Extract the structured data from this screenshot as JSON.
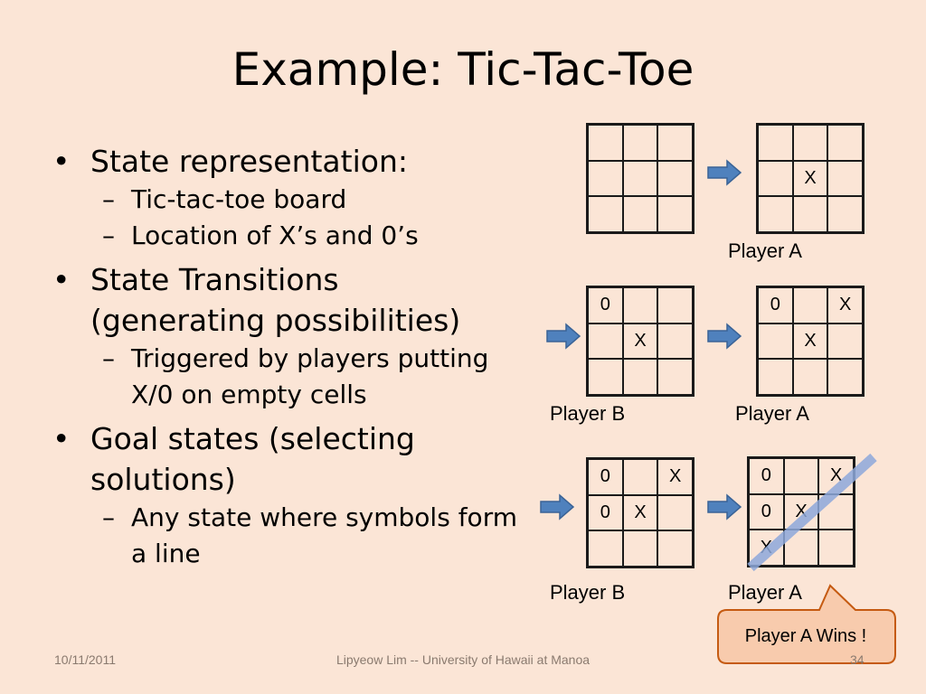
{
  "slide": {
    "title": "Example: Tic-Tac-Toe",
    "bullets": [
      {
        "text": "State representation:",
        "sub": [
          "Tic-tac-toe board",
          "Location of X’s and 0’s"
        ]
      },
      {
        "text": "State Transitions (generating possibilities)",
        "sub": [
          "Triggered by players putting X/0 on empty cells"
        ]
      },
      {
        "text": "Goal states (selecting solutions)",
        "sub": [
          "Any state where symbols form a line"
        ]
      }
    ]
  },
  "boards": [
    {
      "cells": [
        "",
        "",
        "",
        "",
        "",
        "",
        "",
        "",
        ""
      ]
    },
    {
      "cells": [
        "",
        "",
        "",
        "",
        "X",
        "",
        "",
        "",
        ""
      ],
      "player": "Player A"
    },
    {
      "cells": [
        "0",
        "",
        "",
        "",
        "X",
        "",
        "",
        "",
        ""
      ],
      "player": "Player B"
    },
    {
      "cells": [
        "0",
        "",
        "X",
        "",
        "X",
        "",
        "",
        "",
        ""
      ],
      "player": "Player A"
    },
    {
      "cells": [
        "0",
        "",
        "X",
        "0",
        "X",
        "",
        "",
        "",
        ""
      ],
      "player": "Player B"
    },
    {
      "cells": [
        "0",
        "",
        "X",
        "0",
        "X",
        "",
        "X",
        "",
        ""
      ],
      "player": "Player A"
    }
  ],
  "callout": {
    "text": "Player A Wins !"
  },
  "footer": {
    "date": "10/11/2011",
    "author": "Lipyeow Lim -- University of Hawaii at Manoa",
    "page": "34"
  },
  "colors": {
    "background": "#fbe5d6",
    "arrow": "#4f81bd",
    "callout_fill": "#f8cbad",
    "callout_border": "#c55a11",
    "strike": "#8ea9db"
  },
  "icons": {
    "arrow": "right-arrow-icon",
    "strike": "diagonal-win-line"
  }
}
